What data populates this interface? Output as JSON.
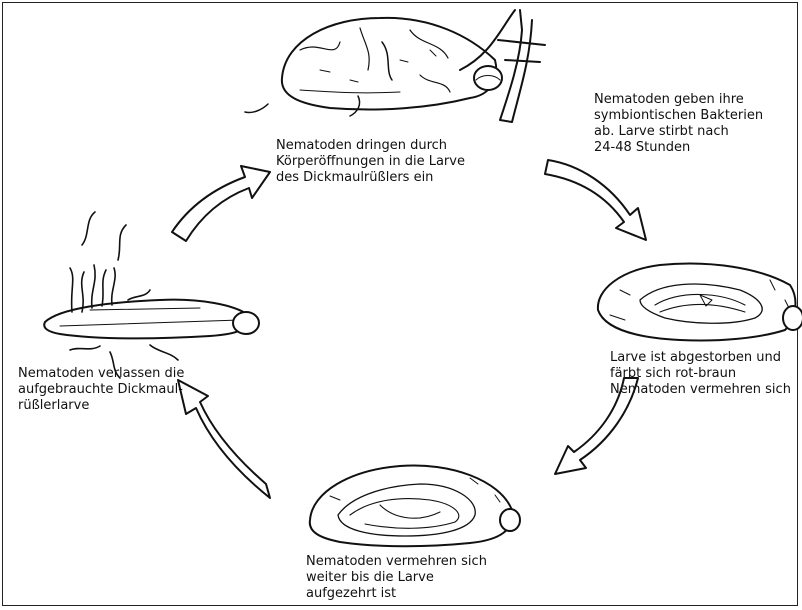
{
  "diagram": {
    "captions": {
      "top": "Nematoden dringen durch\nKörperöffnungen in die Larve\ndes Dickmaulrüßlers ein",
      "top_right": "Nematoden geben ihre\nsymbiontischen Bakterien\nab. Larve stirbt nach\n24-48 Stunden",
      "right": "Larve ist abgestorben und\nfärbt sich rot-braun\nNematoden vermehren sich",
      "bottom": "Nematoden vermehren sich\nweiter bis die Larve\naufgezehrt ist",
      "left": "Nematoden verlassen die\naufgebrauchte Dickmaul-\nrüßlerlarve"
    }
  }
}
